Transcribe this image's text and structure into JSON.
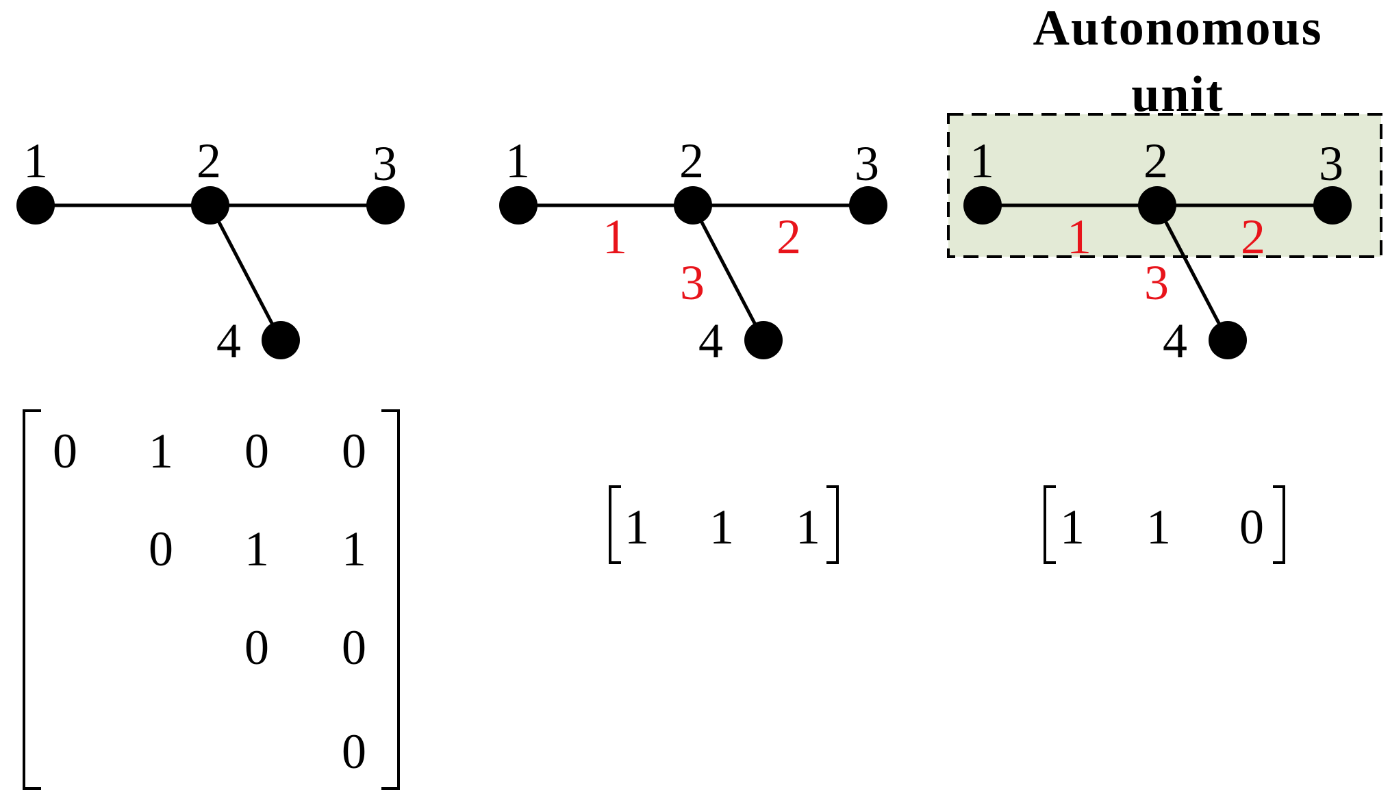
{
  "title": {
    "line1": "Autonomous",
    "line2": "unit"
  },
  "graph": {
    "node_labels": [
      "1",
      "2",
      "3",
      "4"
    ],
    "edge_labels": [
      "1",
      "2",
      "3"
    ]
  },
  "adjacency_matrix": {
    "rows": [
      [
        "0",
        "1",
        "0",
        "0"
      ],
      [
        "0",
        "1",
        "1"
      ],
      [
        "0",
        "0"
      ],
      [
        "0"
      ]
    ]
  },
  "edge_vector_full": [
    "1",
    "1",
    "1"
  ],
  "edge_vector_unit": [
    "1",
    "1",
    "0"
  ],
  "colors": {
    "edge_label": "#e8141b",
    "unit_fill": "#e3ead6",
    "ink": "#000000"
  }
}
